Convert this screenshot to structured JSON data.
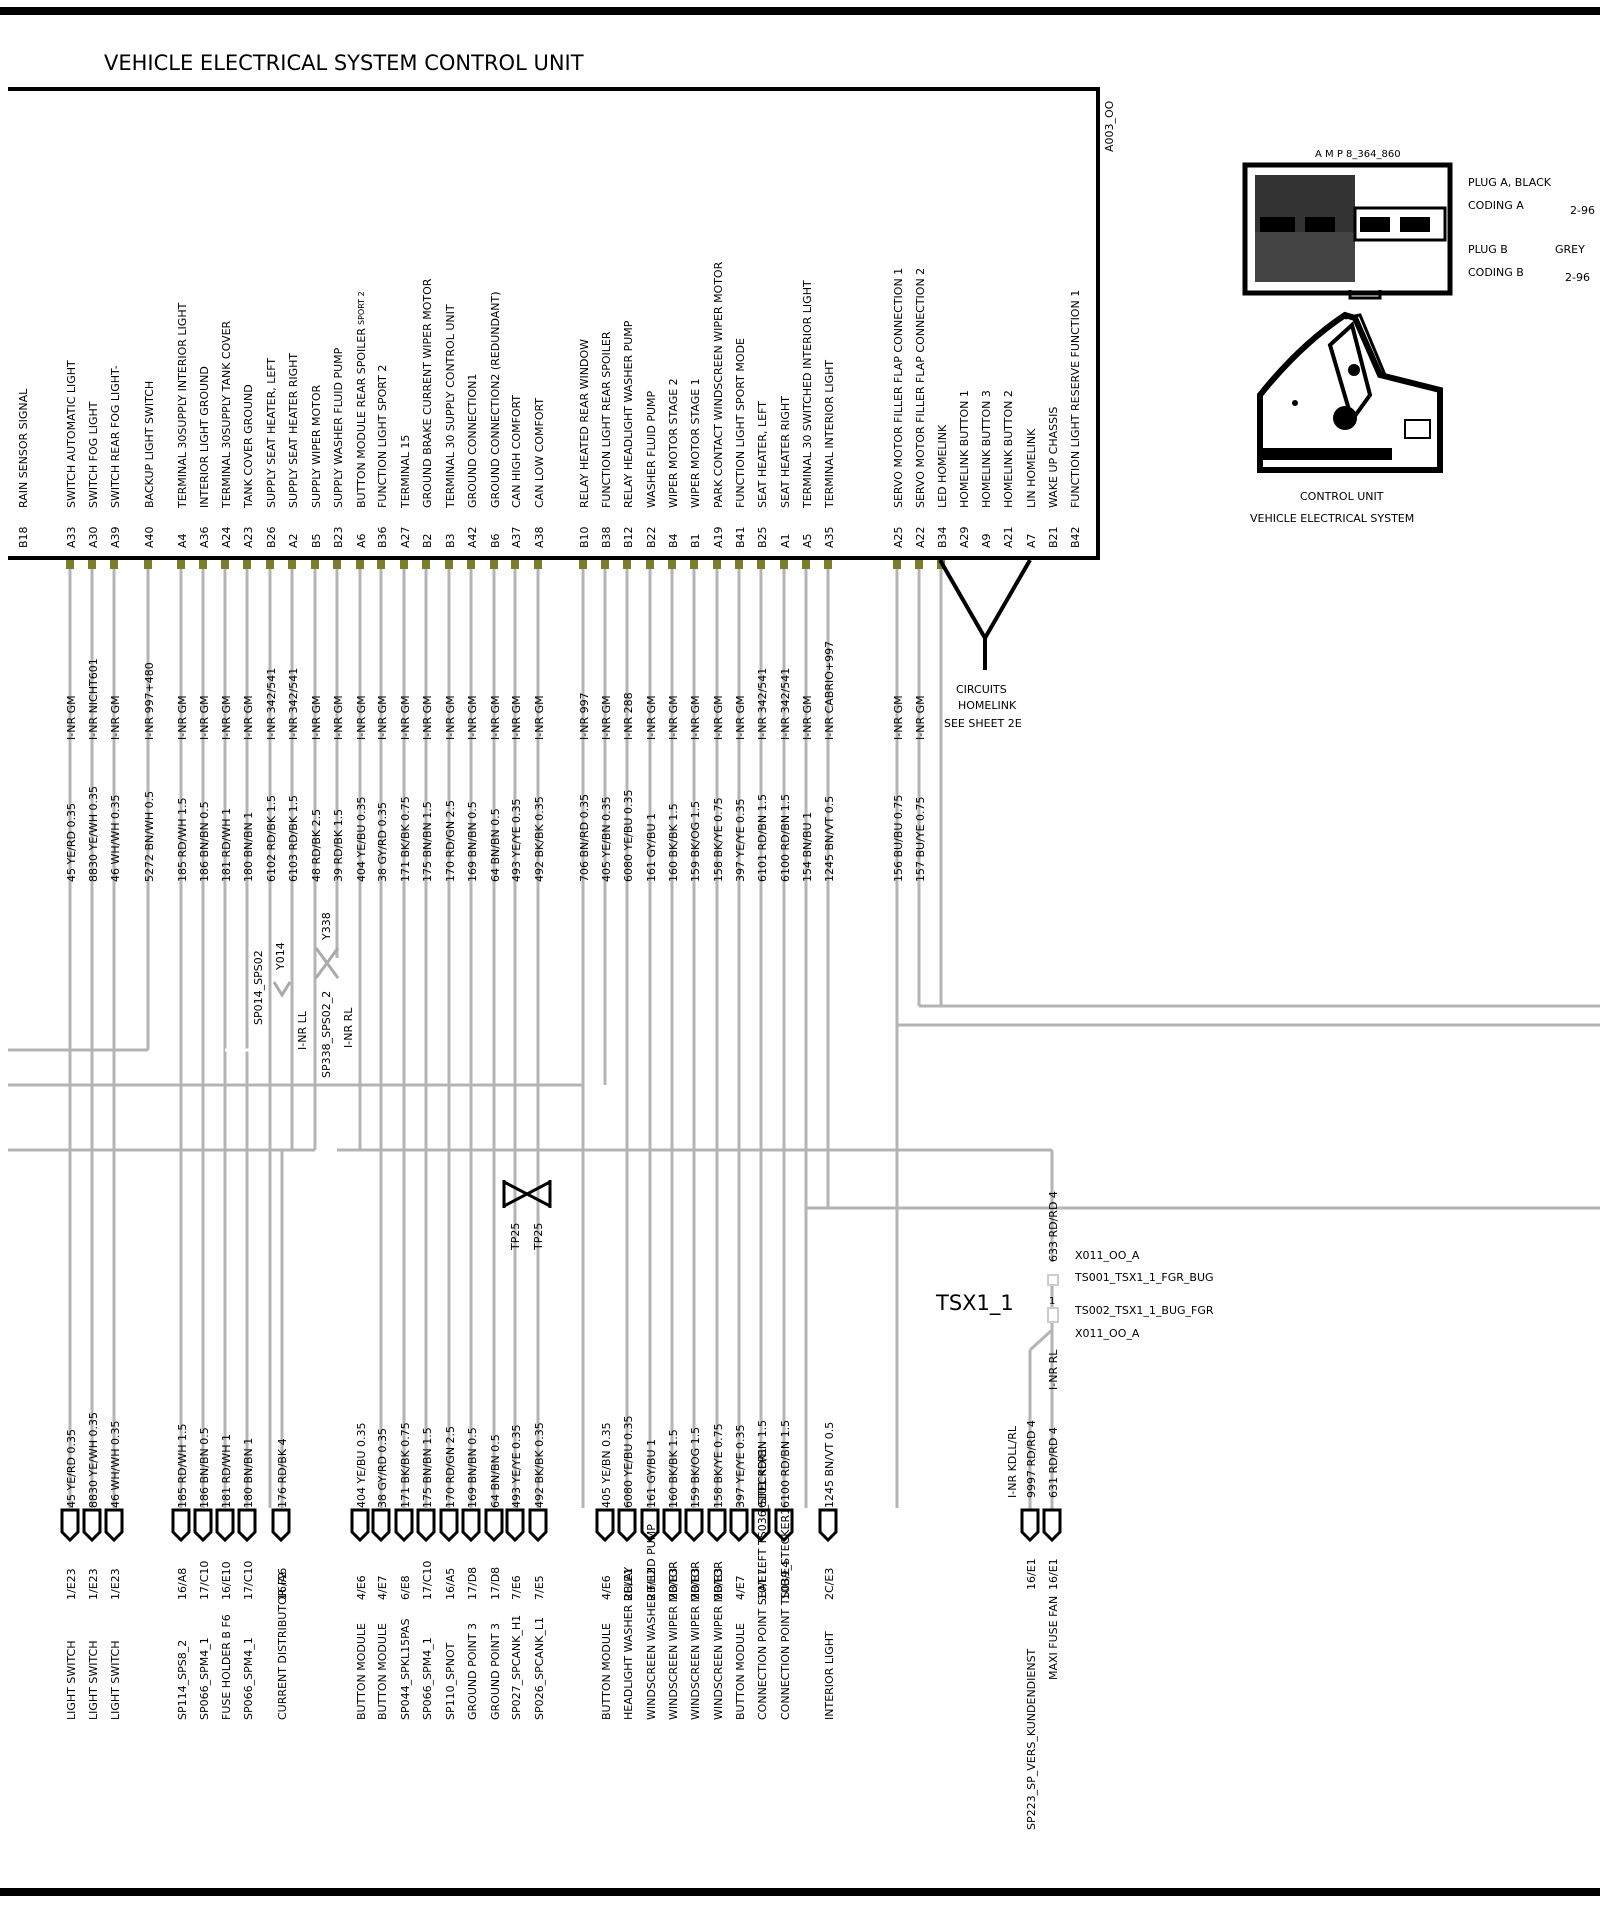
{
  "title": "VEHICLE ELECTRICAL SYSTEM  CONTROL UNIT",
  "unit_id": "A003_OO",
  "pins": [
    {
      "pin": "B18",
      "label": "RAIN SENSOR SIGNAL",
      "nr": "",
      "wire": "",
      "wire2": "",
      "conn": "",
      "dest": ""
    },
    {
      "pin": "A33",
      "label": "SWITCH  AUTOMATIC  LIGHT",
      "nr": "I-NR GM",
      "wire": "45 YE/RD 0.35",
      "wire2": "45 YE/RD 0.35",
      "conn": "1/E23",
      "dest": "LIGHT SWITCH"
    },
    {
      "pin": "A30",
      "label": "SWITCH  FOG LIGHT",
      "nr": "I-NR NICHT601",
      "wire": "8830 YE/WH 0.35",
      "wire2": "8830 YE/WH 0.35",
      "conn": "1/E23",
      "dest": "LIGHT SWITCH"
    },
    {
      "pin": "A39",
      "label": "SWITCH  REAR FOG LIGHT-",
      "nr": "I-NR GM",
      "wire": "46 WH/WH 0.35",
      "wire2": "46 WH/WH 0.35",
      "conn": "1/E23",
      "dest": "LIGHT SWITCH"
    },
    {
      "pin": "A40",
      "label": "BACKUP  LIGHT  SWITCH",
      "nr": "I-NR 997+480",
      "wire": "5272 BN/WH 0.5",
      "wire2": "",
      "conn": "",
      "dest": ""
    },
    {
      "pin": "A4",
      "label": "TERMINAL 30SUPPLY  INTERIOR  LIGHT",
      "nr": "I-NR GM",
      "wire": "185 RD/WH 1.5",
      "wire2": "185 RD/WH 1.5",
      "conn": "16/A8",
      "dest": "SP114_SPS8_2"
    },
    {
      "pin": "A36",
      "label": "INTERIOR  LIGHT  GROUND",
      "nr": "I-NR GM",
      "wire": "186 BN/BN 0.5",
      "wire2": "186 BN/BN 0.5",
      "conn": "17/C10",
      "dest": "SP066_SPM4_1"
    },
    {
      "pin": "A24",
      "label": "TERMINAL 30SUPPLY  TANK COVER",
      "nr": "I-NR GM",
      "wire": "181 RD/WH 1",
      "wire2": "181 RD/WH 1",
      "conn": "16/E10",
      "dest": "FUSE HOLDER B        F6"
    },
    {
      "pin": "A23",
      "label": "TANK COVER  GROUND",
      "nr": "I-NR GM",
      "wire": "180 BN/BN 1",
      "wire2": "180 BN/BN 1",
      "conn": "17/C10",
      "dest": "SP066_SPM4_1"
    },
    {
      "pin": "B26",
      "label": "SUPPLY  SEAT  HEATER,  LEFT",
      "nr": "I-NR 342/541",
      "wire": "6102 RD/BK 1.5",
      "wire2": "176 RD/BK 4",
      "conn": "16/A6",
      "dest": "CURRENT DISTRIBUTOR F2"
    },
    {
      "pin": "A2",
      "label": "SUPPLY   SEAT  HEATER  RIGHT",
      "nr": "I-NR 342/541",
      "wire": "6103 RD/BK 1.5",
      "wire2": "",
      "conn": "",
      "dest": ""
    },
    {
      "pin": "B5",
      "label": "SUPPLY  WIPER MOTOR",
      "nr": "I-NR GM",
      "wire": "48 RD/BK 2.5",
      "wire2": "",
      "conn": "",
      "dest": ""
    },
    {
      "pin": "B23",
      "label": "SUPPLY  WASHER FLUID PUMP",
      "nr": "I-NR GM",
      "wire": "39 RD/BK 1.5",
      "wire2": "",
      "conn": "",
      "dest": ""
    },
    {
      "pin": "A6",
      "label": "BUTTON  MODULE  REAR SPOILER",
      "nr": "I-NR GM",
      "wire": "404 YE/BU 0.35",
      "wire2": "404 YE/BU 0.35",
      "conn": "4/E6",
      "dest": "BUTTON MODULE"
    },
    {
      "pin": "B36",
      "label": "FUNCTION  LIGHT     SPORT 2",
      "nr": "I-NR GM",
      "wire": "38 GY/RD 0.35",
      "wire2": "38 GY/RD 0.35",
      "conn": "4/E7",
      "dest": "BUTTON MODULE"
    },
    {
      "pin": "A27",
      "label": "TERMINAL 15",
      "nr": "I-NR GM",
      "wire": "171 BK/BK 0.75",
      "wire2": "171 BK/BK 0.75",
      "conn": "6/E8",
      "dest": "SP044_SPKL15PAS"
    },
    {
      "pin": "B2",
      "label": "GROUND BRAKE CURRENT  WIPER MOTOR",
      "nr": "I-NR GM",
      "wire": "175 BN/BN 1.5",
      "wire2": "175 BN/BN 1.5",
      "conn": "17/C10",
      "dest": "SP066_SPM4_1"
    },
    {
      "pin": "B3",
      "label": "TERMINAL 30  SUPPLY  CONTROL UNIT",
      "nr": "I-NR GM",
      "wire": "170 RD/GN 2.5",
      "wire2": "170 RD/GN 2.5",
      "conn": "16/A5",
      "dest": "SP110_SPNOT"
    },
    {
      "pin": "A42",
      "label": "GROUND CONNECTION1",
      "nr": "I-NR GM",
      "wire": "169 BN/BN 0.5",
      "wire2": "169 BN/BN 0.5",
      "conn": "17/D8",
      "dest": "GROUND POINT 3"
    },
    {
      "pin": "B6",
      "label": "GROUND CONNECTION2  (REDUNDANT)",
      "nr": "I-NR GM",
      "wire": "64 BN/BN 0.5",
      "wire2": "64 BN/BN 0.5",
      "conn": "17/D8",
      "dest": "GROUND POINT 3"
    },
    {
      "pin": "A37",
      "label": "CAN HIGH   COMFORT",
      "nr": "I-NR GM",
      "wire": "493 YE/YE 0.35",
      "wire2": "493 YE/YE 0.35",
      "conn": "7/E6",
      "dest": "SP027_SPCANK_H1"
    },
    {
      "pin": "A38",
      "label": "CAN LOW   COMFORT",
      "nr": "I-NR GM",
      "wire": "492 BK/BK 0.35",
      "wire2": "492 BK/BK 0.35",
      "conn": "7/E5",
      "dest": "SP026_SPCANK_L1"
    },
    {
      "pin": "B10",
      "label": "RELAY   HEATED REAR WINDOW",
      "nr": "I-NR 997",
      "wire": "706 BN/RD 0.35",
      "wire2": "",
      "conn": "",
      "dest": ""
    },
    {
      "pin": "B38",
      "label": "FUNCTION  LIGHT  REAR SPOILER",
      "nr": "I-NR GM",
      "wire": "405 YE/BN 0.35",
      "wire2": "405 YE/BN 0.35",
      "conn": "4/E6",
      "dest": "BUTTON MODULE"
    },
    {
      "pin": "B12",
      "label": "RELAY  HEADLIGHT  WASHER PUMP",
      "nr": "I-NR 288",
      "wire": "6080 YE/BU 0.35",
      "wire2": "6080 YE/BU 0.35",
      "conn": "2B/E1",
      "dest": "HEADLIGHT  WASHER  RELAY"
    },
    {
      "pin": "B22",
      "label": "WASHER FLUID PUMP",
      "nr": "I-NR GM",
      "wire": "161 GY/BU 1",
      "wire2": "161 GY/BU 1",
      "conn": "2B/E2",
      "dest": "WINDSCREEN  WASHER FLUID PUMP"
    },
    {
      "pin": "B4",
      "label": "WIPER MOTOR  STAGE 2",
      "nr": "I-NR GM",
      "wire": "160 BK/BK 1.5",
      "wire2": "160 BK/BK 1.5",
      "conn": "2B/E3",
      "dest": "WINDSCREEN WIPER MOTOR"
    },
    {
      "pin": "B1",
      "label": "WIPER MOTOR  STAGE 1",
      "nr": "I-NR GM",
      "wire": "159 BK/OG 1.5",
      "wire2": "159 BK/OG 1.5",
      "conn": "2B/E3",
      "dest": "WINDSCREEN WIPER MOTOR"
    },
    {
      "pin": "A19",
      "label": "PARK  CONTACT  WINDSCREEN WIPER MOTOR",
      "nr": "I-NR GM",
      "wire": "158 BK/YE 0.75",
      "wire2": "158 BK/YE 0.75",
      "conn": "2B/E3",
      "dest": "WINDSCREEN WIPER MOTOR"
    },
    {
      "pin": "B41",
      "label": "FUNCTION  LIGHT  SPORT MODE",
      "nr": "I-NR GM",
      "wire": "397 YE/YE 0.35",
      "wire2": "397 YE/YE 0.35",
      "conn": "4/E7",
      "dest": "BUTTON MODULE"
    },
    {
      "pin": "B25",
      "label": "SEAT HEATER, LEFT",
      "nr": "I-NR 342/541",
      "wire": "6101 RD/BN 1.5",
      "wire2": "6101 RD/BN 1.5",
      "conn": "10/E7",
      "dest": "CONNECTION POINT   SEAT LEFT TS036_STECKER1"
    },
    {
      "pin": "A1",
      "label": "SEAT HEATER  RIGHT",
      "nr": "I-NR 342/541",
      "wire": "6100 RD/BN 1.5",
      "wire2": "6100 RD/BN 1.5",
      "conn": "10B/E4",
      "dest": "CONNECTION POINT TS039_STECKER1"
    },
    {
      "pin": "A5",
      "label": "TERMINAL 30 SWITCHED  INTERIOR  LIGHT",
      "nr": "I-NR GM",
      "wire": "154 BN/BU 1",
      "wire2": "",
      "conn": "",
      "dest": ""
    },
    {
      "pin": "A35",
      "label": "TERMINAL INTERIOR  LIGHT",
      "nr": "I-NR CABRIO+997",
      "wire": "1245 BN/VT 0.5",
      "wire2": "1245 BN/VT 0.5",
      "conn": "2C/E3",
      "dest": "INTERIOR    LIGHT"
    },
    {
      "pin": "A25",
      "label": "SERVO MOTOR   FILLER FLAP   CONNECTION 1",
      "nr": "I-NR GM",
      "wire": "156 BU/BU 0.75",
      "wire2": "",
      "conn": "",
      "dest": ""
    },
    {
      "pin": "A22",
      "label": "SERVO MOTOR   FILLER FLAP   CONNECTION 2",
      "nr": "I-NR GM",
      "wire": "157 BU/YE 0.75",
      "wire2": "",
      "conn": "",
      "dest": ""
    },
    {
      "pin": "B34",
      "label": "LED    HOMELINK",
      "nr": "",
      "wire": "",
      "wire2": "",
      "conn": "",
      "dest": ""
    },
    {
      "pin": "A29",
      "label": "HOMELINK BUTTON 1",
      "nr": "",
      "wire": "",
      "wire2": "",
      "conn": "",
      "dest": ""
    },
    {
      "pin": "A9",
      "label": "HOMELINK   BUTTON 3",
      "nr": "",
      "wire": "",
      "wire2": "",
      "conn": "",
      "dest": ""
    },
    {
      "pin": "A21",
      "label": "HOMELINK BUTTON 2",
      "nr": "",
      "wire": "",
      "wire2": "",
      "conn": "",
      "dest": ""
    },
    {
      "pin": "A7",
      "label": "LIN    HOMELINK",
      "nr": "",
      "wire": "",
      "wire2": "",
      "conn": "",
      "dest": ""
    },
    {
      "pin": "B21",
      "label": "WAKE UP  CHASSIS",
      "nr": "",
      "wire": "",
      "wire2": "",
      "conn": "",
      "dest": ""
    },
    {
      "pin": "B42",
      "label": "FUNCTION  LIGHT  RESERVE FUNCTION 1",
      "nr": "",
      "wire": "",
      "wire2": "",
      "conn": "",
      "dest": ""
    }
  ],
  "splices": {
    "y014_label": "Y014",
    "sp014": "SP014_SPS02",
    "inr_ll": "I-NR LL",
    "y338_label": "Y338",
    "sp338": "SP338_SPS02_2",
    "inr_rl": "I-NR RL",
    "tp25a": "TP25",
    "tp25b": "TP25",
    "sport2_mark": "SPORT 2"
  },
  "homelink": {
    "line1": "CIRCUITS",
    "line2": "HOMELINK",
    "line3": "SEE SHEET 2E"
  },
  "module": {
    "amp": "A M P 8_364_860",
    "plug_a": "PLUG A, BLACK",
    "coding_a": "CODING A",
    "coding_a_val": "2-96",
    "plug_b": "PLUG B",
    "plug_b_color": "GREY",
    "coding_b": "CODING B",
    "coding_b_val": "2-96",
    "caption1": "CONTROL UNIT",
    "caption2": "VEHICLE ELECTRICAL SYSTEM"
  },
  "tsx": {
    "title": "TSX1_1",
    "wire_top": "633 RD/RD 4",
    "x011_a": "X011_OO_A",
    "ts001": "TS001_TSX1_1_FGR_BUG",
    "pin1": "1",
    "ts002": "TS002_TSX1_1_BUG_FGR",
    "x011_b": "X011_OO_A",
    "inr_rl": "I-NR RL",
    "kd_nr": "I-NR KDLL/RL",
    "kd_wire": "9997 RD/RD 4",
    "kd_conn": "16/E1",
    "kd_dest": "SP223_SP_VERS_KUNDENDIENST",
    "fan_wire": "631 RD/RD 4",
    "fan_conn": "16/E1",
    "fan_dest": "MAXI FUSE    FAN"
  }
}
